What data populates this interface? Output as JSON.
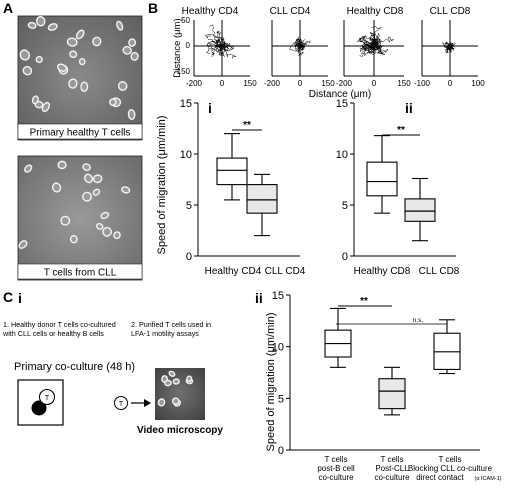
{
  "panel_labels": {
    "a": "A",
    "b": "B",
    "c": "C"
  },
  "panel_a": {
    "micro_top_label": "Primary healthy T cells",
    "micro_bottom_label": "T cells from CLL"
  },
  "panel_b": {
    "tracks": {
      "titles": [
        "Healthy CD4",
        "CLL CD4",
        "Healthy CD8",
        "CLL CD8"
      ],
      "ylabel": "Distance (μm)",
      "xlabel": "Distance (μm)",
      "yticks": [
        "50",
        "0",
        "-150"
      ],
      "xticks_1": [
        "-200",
        "0",
        "150"
      ],
      "xticks_2": [
        "-100",
        "0",
        "100"
      ]
    },
    "sub_i": "i",
    "sub_ii": "ii",
    "ylabel": "Speed of migration (μm/min)",
    "yticks": [
      "0",
      "5",
      "10",
      "15"
    ],
    "significance": "**"
  },
  "panel_c": {
    "sub_i": "i",
    "sub_ii": "ii",
    "step1": [
      "1. Healthy donor T cells co-cultured",
      "with CLL cells or healthy B cells"
    ],
    "step2": [
      "2. Purified T cells used in",
      "LFA-1 motility assays"
    ],
    "coculture_label": "Primary co-culture (48 h)",
    "t_symbol": "T",
    "video_label": "Video microscopy",
    "ylabel": "Speed of migration (μm/min)",
    "yticks": [
      "0",
      "5",
      "10",
      "15"
    ],
    "significance": "**",
    "ns": "n.s.",
    "cat1": [
      "T cells",
      "post-B cell",
      "co-culture"
    ],
    "cat2": [
      "T cells",
      "Post-CLL",
      "co-culture"
    ],
    "cat3": [
      "T cells",
      "Blocking CLL co-culture",
      "direct contact"
    ],
    "cat3_note": "(α ICAM-1)"
  },
  "chart_data": [
    {
      "type": "box",
      "title": "i",
      "ylabel": "Speed of migration (μm/min)",
      "ylim": [
        0,
        15
      ],
      "categories": [
        "Healthy CD4",
        "CLL CD4"
      ],
      "boxes": [
        {
          "min": 5.5,
          "q1": 7.0,
          "median": 8.4,
          "q3": 9.6,
          "max": 12.0,
          "fill": "#ffffff"
        },
        {
          "min": 2.0,
          "q1": 4.2,
          "median": 5.5,
          "q3": 7.0,
          "max": 8.0,
          "fill": "#e8e8e8"
        }
      ],
      "significance": "**"
    },
    {
      "type": "box",
      "title": "ii",
      "ylabel": "Speed of migration (μm/min)",
      "ylim": [
        0,
        15
      ],
      "categories": [
        "Healthy CD8",
        "CLL CD8"
      ],
      "boxes": [
        {
          "min": 4.2,
          "q1": 5.9,
          "median": 7.3,
          "q3": 9.2,
          "max": 11.8,
          "fill": "#ffffff"
        },
        {
          "min": 1.5,
          "q1": 3.4,
          "median": 4.4,
          "q3": 5.6,
          "max": 7.6,
          "fill": "#e8e8e8"
        }
      ],
      "significance": "**"
    },
    {
      "type": "box",
      "title": "ii",
      "ylabel": "Speed of migration (μm/min)",
      "ylim": [
        0,
        15
      ],
      "categories": [
        "T cells post-B cell co-culture",
        "T cells Post-CLL co-culture",
        "T cells Blocking CLL co-culture direct contact (α ICAM-1)"
      ],
      "boxes": [
        {
          "min": 8.0,
          "q1": 9.0,
          "median": 10.3,
          "q3": 11.6,
          "max": 13.7,
          "fill": "#ffffff"
        },
        {
          "min": 3.4,
          "q1": 4.0,
          "median": 5.7,
          "q3": 6.9,
          "max": 8.0,
          "fill": "#e8e8e8"
        },
        {
          "min": 7.4,
          "q1": 7.8,
          "median": 9.5,
          "q3": 11.3,
          "max": 12.6,
          "fill": "#ffffff"
        }
      ],
      "significance": [
        "**",
        "n.s."
      ]
    }
  ]
}
